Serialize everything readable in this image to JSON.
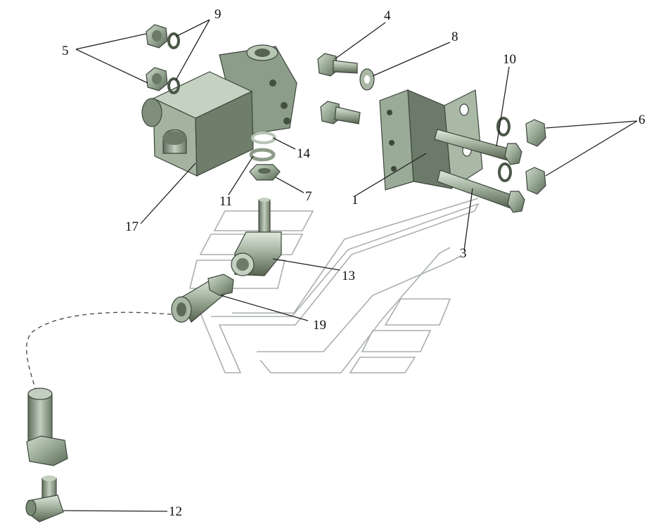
{
  "callouts": [
    "1",
    "3",
    "4",
    "5",
    "6",
    "7",
    "8",
    "9",
    "10",
    "11",
    "12",
    "13",
    "14",
    "17",
    "19"
  ],
  "colors": {
    "part_light": "#b9c6b6",
    "part_mid": "#8fa08c",
    "part_dark": "#5b6958",
    "bracket": "#97a894",
    "outline": "#a9b0a9"
  }
}
